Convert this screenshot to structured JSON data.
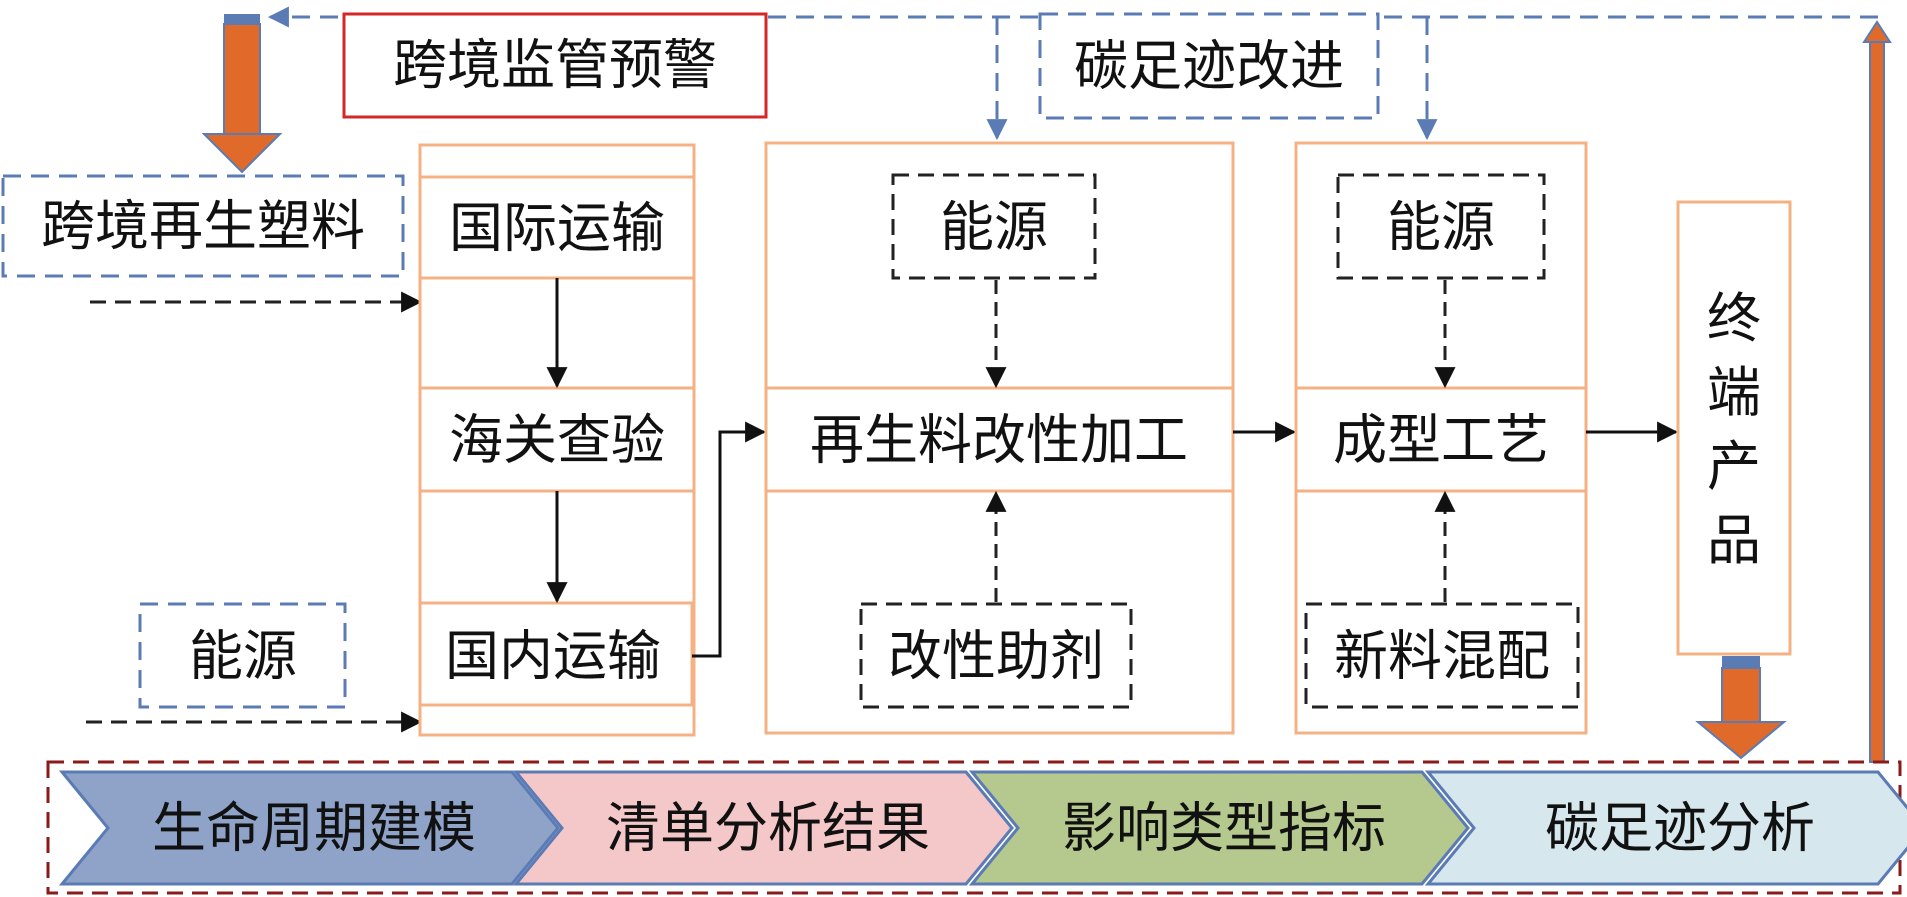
{
  "colors": {
    "orange_border": "#f4b183",
    "red_border": "#d62728",
    "blue_dash": "#5b7bb5",
    "dark_dash": "#222222",
    "big_arrow_fill": "#e06a2a",
    "big_arrow_stroke": "#5b7bb5",
    "outer_box": "#8b1a1a",
    "chevron_1": "#8fa3c8",
    "chevron_2": "#f4c8c8",
    "chevron_3": "#b5c98f",
    "chevron_4": "#d6e8ed",
    "chevron_stroke": "#5b7bb5"
  },
  "labels": {
    "cross_border_warning": "跨境监管预警",
    "carbon_improvement": "碳足迹改进",
    "cross_border_plastic": "跨境再生塑料",
    "energy_left": "能源",
    "transport_international": "国际运输",
    "customs_inspection": "海关查验",
    "transport_domestic": "国内运输",
    "energy_mid": "能源",
    "modification_processing": "再生料改性加工",
    "modification_additive": "改性助剂",
    "energy_right": "能源",
    "forming_process": "成型工艺",
    "virgin_blending": "新料混配",
    "end_product": "终端产品"
  },
  "stages": [
    "生命周期建模",
    "清单分析结果",
    "影响类型指标",
    "碳足迹分析"
  ]
}
